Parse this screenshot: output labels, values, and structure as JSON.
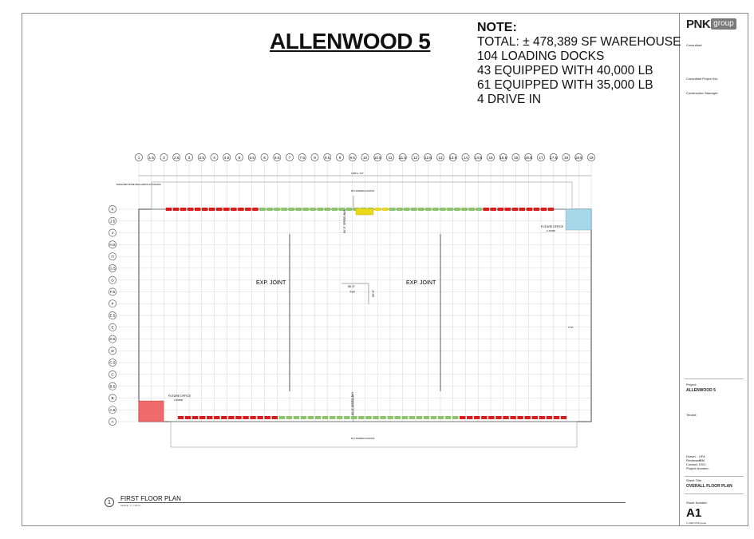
{
  "title": "ALLENWOOD 5",
  "note": {
    "heading": "NOTE:",
    "lines": [
      "TOTAL: ± 478,389  SF WAREHOUSE",
      "104 LOADING DOCKS",
      "43 EQUIPPED WITH 40,000 LB",
      "61 EQUIPPED WITH 35,000 LB",
      "4 DRIVE IN"
    ]
  },
  "logo": {
    "brand": "PNK",
    "suffix": "group"
  },
  "title_block": {
    "consultant": "Consultant:",
    "consultant_project_no": "Consultant Project No:",
    "construction_manager": "Construction Manager:",
    "project_label": "Project:",
    "project_name": "ALLENWOOD 5",
    "tenant_label": "Tenant:",
    "drawn": "Drawn:",
    "drawn_val": "UFA",
    "reviewed": "Reviewed:",
    "reviewed_val": "ISM",
    "contact": "Contact:",
    "contact_val": "ESO",
    "project_number": "Project Number:",
    "sheet_title_label": "Sheet Title:",
    "sheet_title": "OVERALL FLOOR PLAN",
    "sheet_number_label": "Sheet Number:",
    "sheet_number": "A1",
    "copyright": "© 2021 PNK group"
  },
  "floor_plan": {
    "number": "1",
    "title": "FIRST FLOOR PLAN",
    "scale": "SCALE: 1\" = 40'-0\"",
    "column_lines": [
      "1",
      "1.5",
      "2",
      "2.5",
      "3",
      "3.5",
      "4",
      "4.5",
      "5",
      "5.5",
      "6",
      "6.5",
      "7",
      "7.5",
      "8",
      "8.5",
      "9",
      "9.5",
      "10",
      "10.5",
      "11",
      "11.5",
      "12",
      "12.5",
      "13",
      "13.5",
      "14",
      "14.5",
      "15",
      "15.5",
      "16",
      "16.5",
      "17",
      "17.5",
      "18",
      "18.5",
      "19"
    ],
    "row_lines": [
      "K",
      "J.5",
      "J",
      "H.5",
      "H",
      "G.5",
      "G",
      "F.5",
      "F",
      "E.5",
      "E",
      "D.5",
      "D",
      "C.5",
      "C",
      "B.5",
      "B",
      "A.5",
      "A"
    ],
    "exp_joint_left": "EXP. JOINT",
    "exp_joint_right": "EXP. JOINT",
    "bay_width": "56'-0\"",
    "bay_typ": "TYP.",
    "bay_depth": "50'-0\"",
    "speed_bay_top": "60'-0\" SPEED BAY",
    "speed_bay_bottom": "60'-0\" SPEED BAY",
    "future_office_top": "FUTURE OFFICE",
    "future_office_top_sf": "2,400SF",
    "future_office_bottom": "FUTURE OFFICE",
    "future_office_bottom_sf": "2,400SF",
    "docks_top": "54 LOADING DOCKS",
    "docks_bottom": "54 LOADING DOCKS",
    "overall_width": "1183'-1 1/2\"",
    "typ": "TYP.",
    "mast_note": "MASONRY/PIPE BOLLARDS AT DOORS"
  },
  "colors": {
    "dock_red": "#d81b1b",
    "dock_green": "#8cc46c",
    "dock_yellow": "#ecd81a",
    "office_red": "#ef6a6a",
    "office_blue": "#a7d8ea",
    "line": "#4a4a4a",
    "grid": "#c9c9c9"
  },
  "icons": [
    "grid-bubble-icon"
  ]
}
